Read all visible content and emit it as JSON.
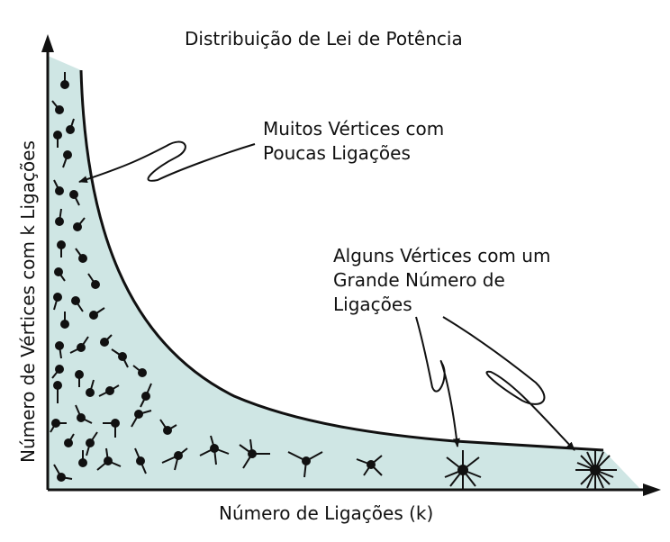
{
  "title": "Distribuição de Lei de Potência",
  "xlabel": "Número de Ligações (k)",
  "ylabel": "Número de Vértices com k Ligações",
  "annotations": [
    {
      "lines": [
        "Muitos Vértices com",
        "Poucas Ligações"
      ]
    },
    {
      "lines": [
        "Alguns Vértices com um",
        "Grande Número de",
        "Ligações"
      ]
    }
  ],
  "colors": {
    "fill": "#cfe6e4",
    "ink": "#111111"
  }
}
